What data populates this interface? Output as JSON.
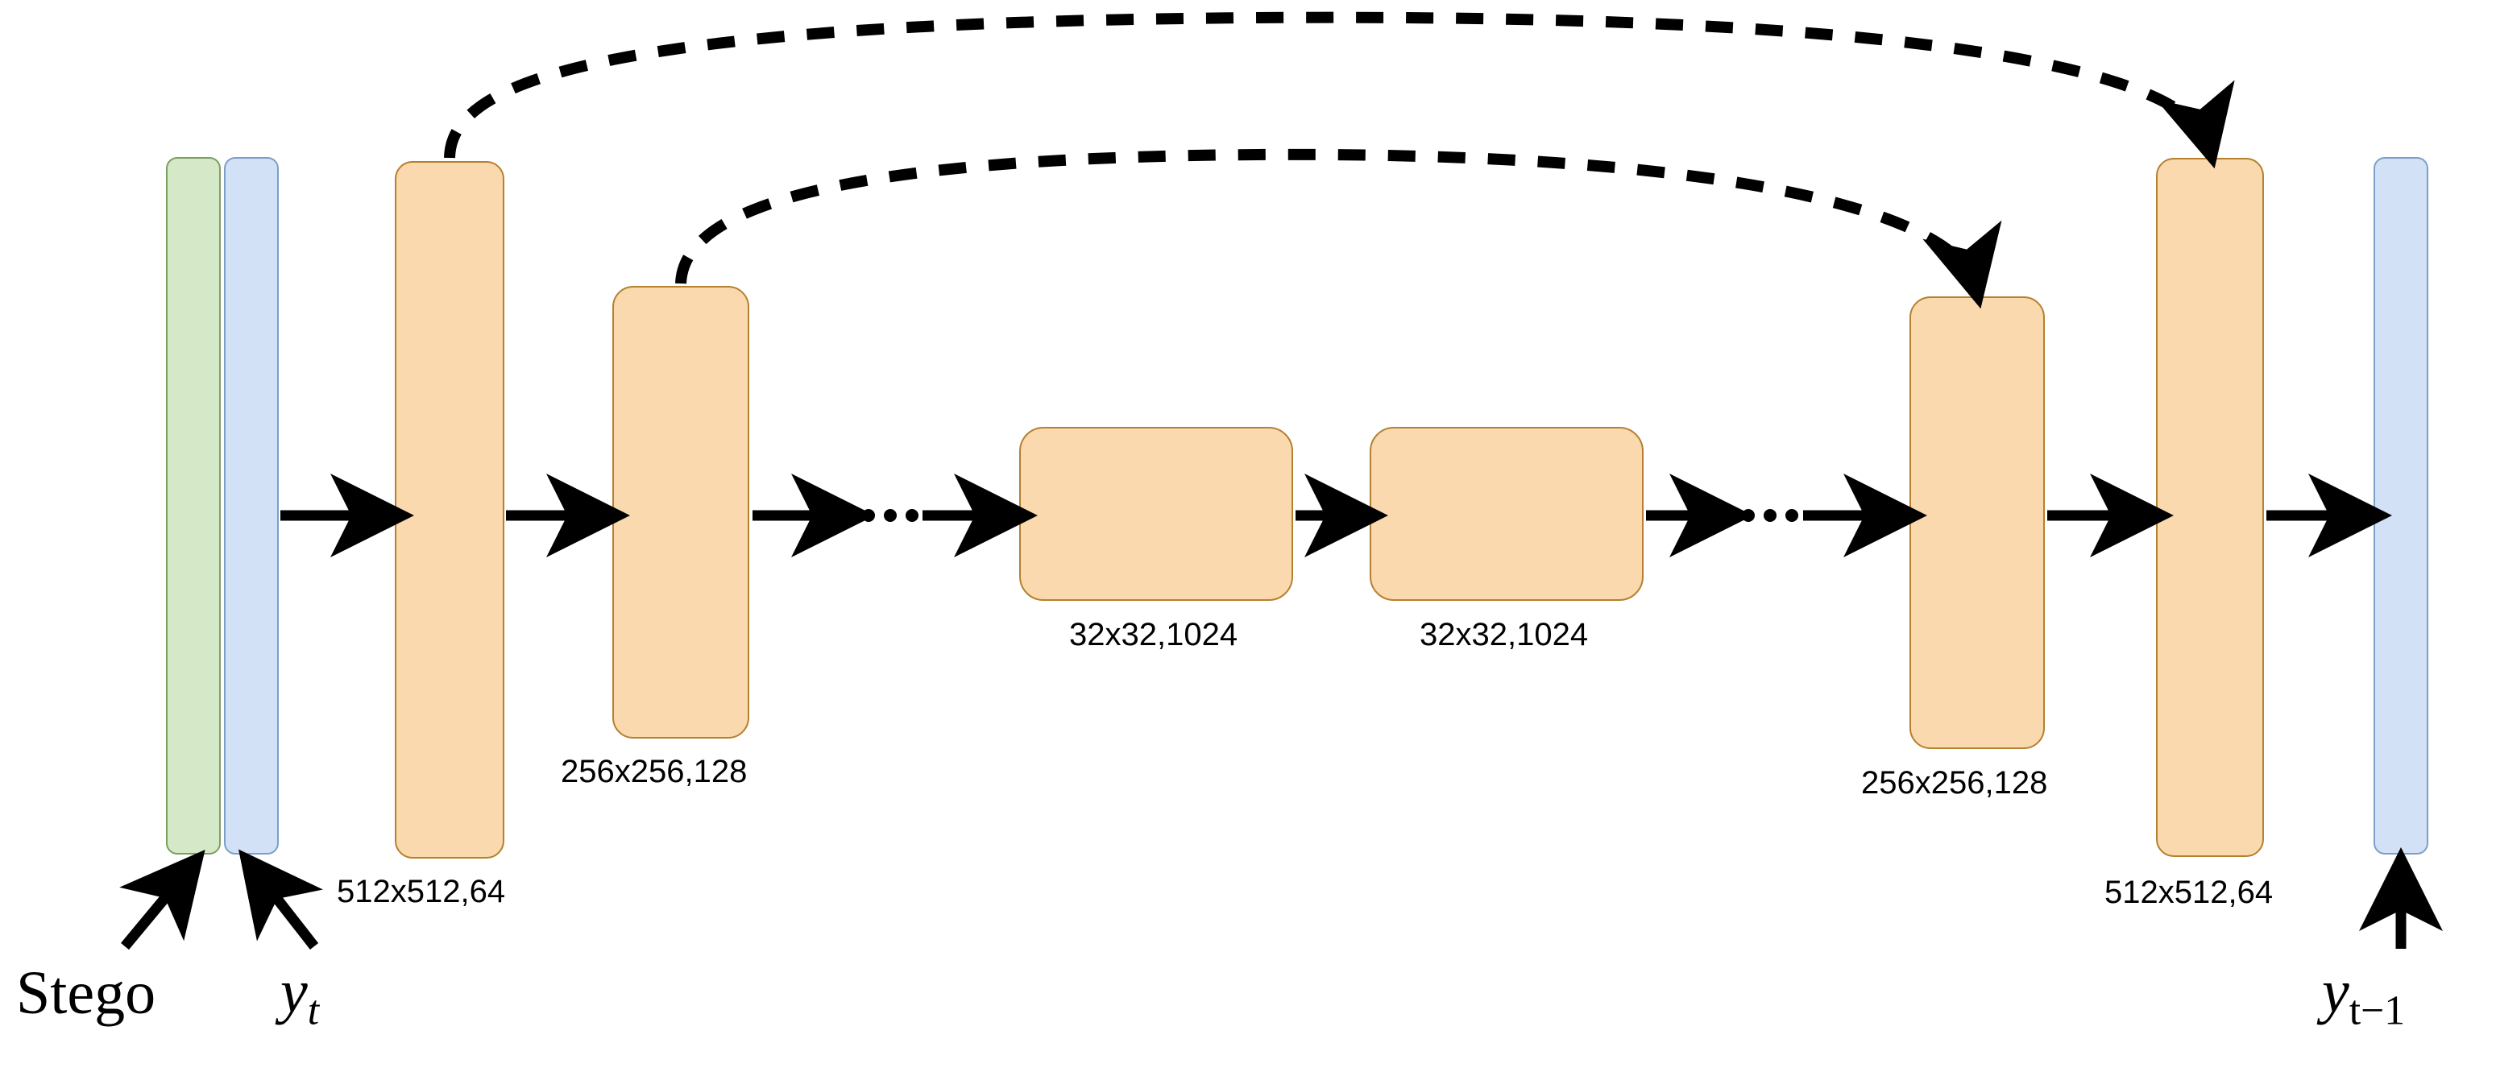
{
  "diagram": {
    "title": "U-Net denoising network with Stego conditioning",
    "background": "#ffffff"
  },
  "colors": {
    "stego_fill": "#d5e8c8",
    "stego_stroke": "#7aa05f",
    "noise_fill": "#d3e1f7",
    "noise_stroke": "#7b9fc9",
    "block_fill": "#fad9ae",
    "block_stroke": "#b5802f",
    "arrow": "#000000",
    "skip": "#000000"
  },
  "inputs": [
    {
      "id": "stego-bar",
      "label": "Stego",
      "fill": "#d5e8c8",
      "stroke": "#7aa05f"
    },
    {
      "id": "noise-bar",
      "label": "y_t",
      "base": "y",
      "sub": "t",
      "fill": "#d3e1f7",
      "stroke": "#7b9fc9"
    }
  ],
  "output": {
    "id": "output-bar",
    "label": "y_{t-1}",
    "base": "y",
    "sub": "t−1",
    "fill": "#d3e1f7",
    "stroke": "#7b9fc9"
  },
  "encoder": [
    {
      "id": "enc-1",
      "label": "512x512,64"
    },
    {
      "id": "enc-2",
      "label": "256x256,128"
    }
  ],
  "bottleneck": [
    {
      "id": "mid-1",
      "label": "32x32,1024"
    },
    {
      "id": "mid-2",
      "label": "32x32,1024"
    }
  ],
  "decoder": [
    {
      "id": "dec-1",
      "label": "256x256,128"
    },
    {
      "id": "dec-2",
      "label": "512x512,64"
    }
  ],
  "skip_connections": [
    {
      "id": "skip-outer",
      "from": "enc-1",
      "to": "dec-2",
      "style": "dashed",
      "arrow": "down"
    },
    {
      "id": "skip-inner",
      "from": "enc-2",
      "to": "dec-1",
      "style": "dashed",
      "arrow": "down"
    }
  ],
  "ellipses": [
    {
      "id": "ellipsis-left",
      "dots": 3
    },
    {
      "id": "ellipsis-right",
      "dots": 3
    }
  ]
}
